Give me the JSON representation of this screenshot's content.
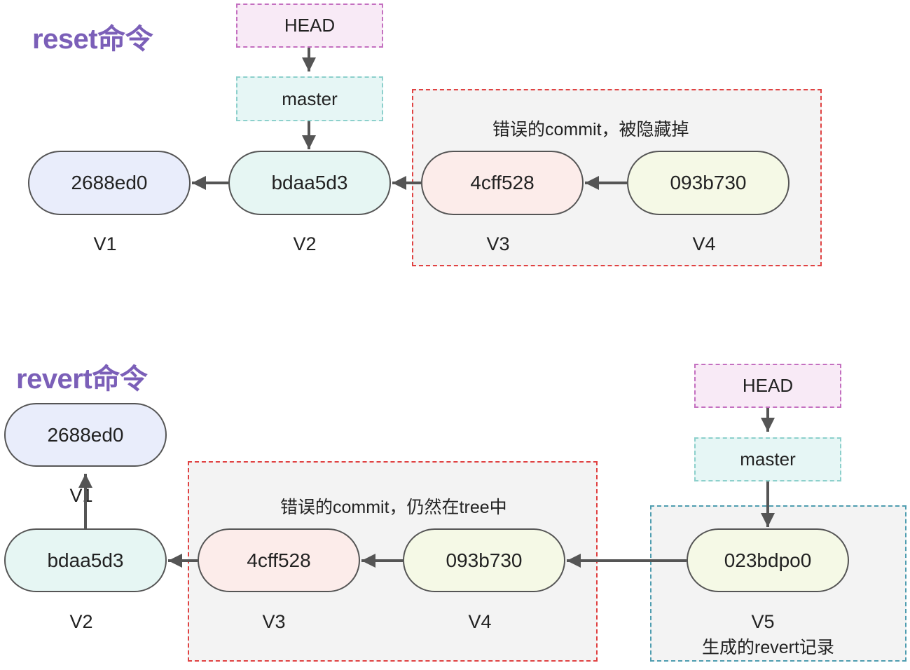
{
  "top": {
    "title": "reset命令",
    "head_label": "HEAD",
    "master_label": "master",
    "group_note": "错误的commit，被隐藏掉",
    "commits": [
      {
        "hash": "2688ed0",
        "version": "V1"
      },
      {
        "hash": "bdaa5d3",
        "version": "V2"
      },
      {
        "hash": "4cff528",
        "version": "V3"
      },
      {
        "hash": "093b730",
        "version": "V4"
      }
    ]
  },
  "bottom": {
    "title": "revert命令",
    "head_label": "HEAD",
    "master_label": "master",
    "group_note": "错误的commit，仍然在tree中",
    "commits": [
      {
        "hash": "2688ed0",
        "version": "V1"
      },
      {
        "hash": "bdaa5d3",
        "version": "V2"
      },
      {
        "hash": "4cff528",
        "version": "V3"
      },
      {
        "hash": "093b730",
        "version": "V4"
      },
      {
        "hash": "023bdpo0",
        "version": "V5"
      }
    ],
    "revert_note": "生成的revert记录"
  },
  "colors": {
    "title": "#7b5fb8",
    "head_fill": "#f8eaf6",
    "head_border": "#c470c0",
    "master_fill": "#e6f6f5",
    "master_border": "#8dd0cc",
    "commit_blue": "#e9edfb",
    "commit_teal": "#e6f6f3",
    "commit_pink": "#fcecea",
    "commit_lime": "#f5f9e6",
    "group_red_border": "#e04242",
    "group_cyan_border": "#4f9db0",
    "arrow": "#555555"
  }
}
